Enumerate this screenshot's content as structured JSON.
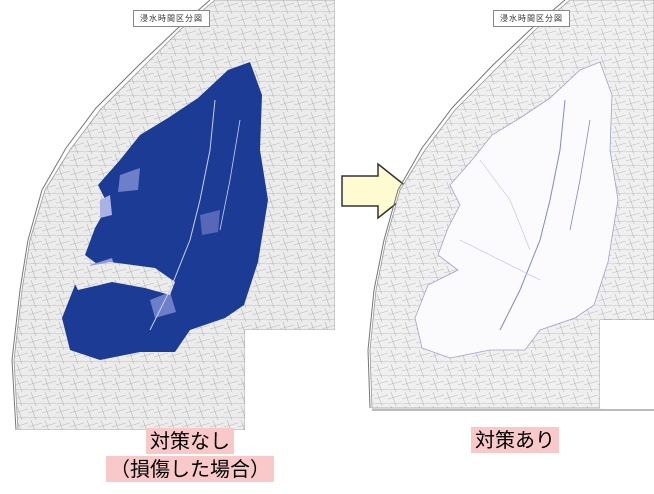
{
  "map_title_left": "浸水時間区分図",
  "map_title_right": "浸水時間区分図",
  "caption_left_line1": "対策なし",
  "caption_left_line2": "（損傷した場合）",
  "caption_right": "対策あり",
  "colors": {
    "flood_fill": "#1b3b95",
    "flood_light": "#6d7fc9",
    "map_base": "#e6e6e6",
    "arrow_fill": "#fffbd0",
    "caption_bg": "#f9c9c9"
  }
}
